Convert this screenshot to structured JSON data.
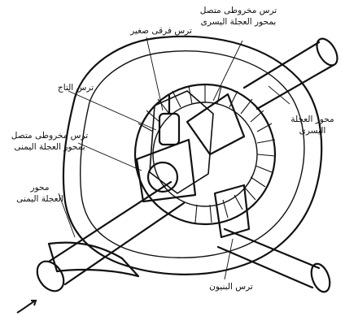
{
  "labels": {
    "left_bevel_gear": "ترس مخروطى متصل\nبمحور العجلة اليسرى",
    "small_spider_gear": "ترس فرقى صغير",
    "crown_gear": "ترس التاج",
    "right_bevel_gear": "ترس مخروطى متصل\nبمحور العجلة اليمنى",
    "left_axle": "محور العجلة\nاليسرى",
    "right_axle": "محور\nالعجلة اليمنى",
    "pinion_gear": "ترس البنيون"
  },
  "colors": {
    "ink": "#111111",
    "paper": "#ffffff"
  }
}
